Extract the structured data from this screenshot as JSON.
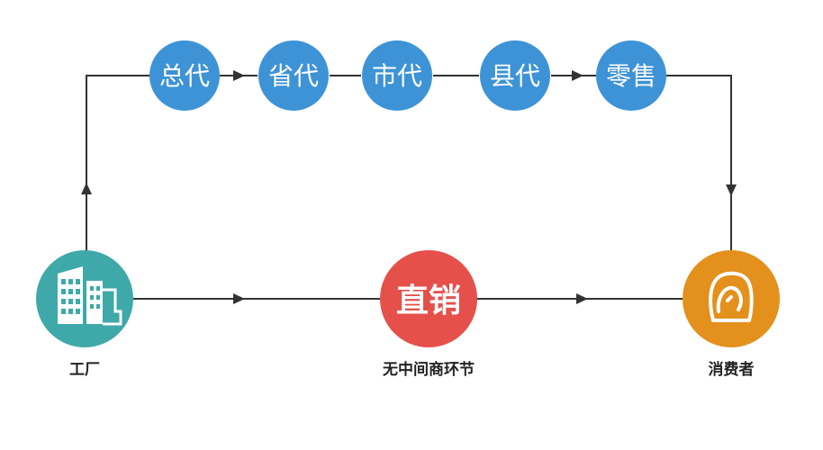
{
  "chain_nodes": [
    {
      "label": "总代",
      "color": "#3d93d6"
    },
    {
      "label": "省代",
      "color": "#3d93d6"
    },
    {
      "label": "市代",
      "color": "#3d93d6"
    },
    {
      "label": "县代",
      "color": "#3d93d6"
    },
    {
      "label": "零售",
      "color": "#3d93d6"
    }
  ],
  "factory": {
    "label": "工厂",
    "color": "#3ea9a8"
  },
  "direct": {
    "text": "直销",
    "label": "无中间商环节",
    "color": "#e5504b"
  },
  "consumer": {
    "label": "消费者",
    "color": "#e4901c"
  },
  "line_color": "#333333",
  "icons": {
    "factory": "building-icon",
    "consumer": "person-icon"
  }
}
